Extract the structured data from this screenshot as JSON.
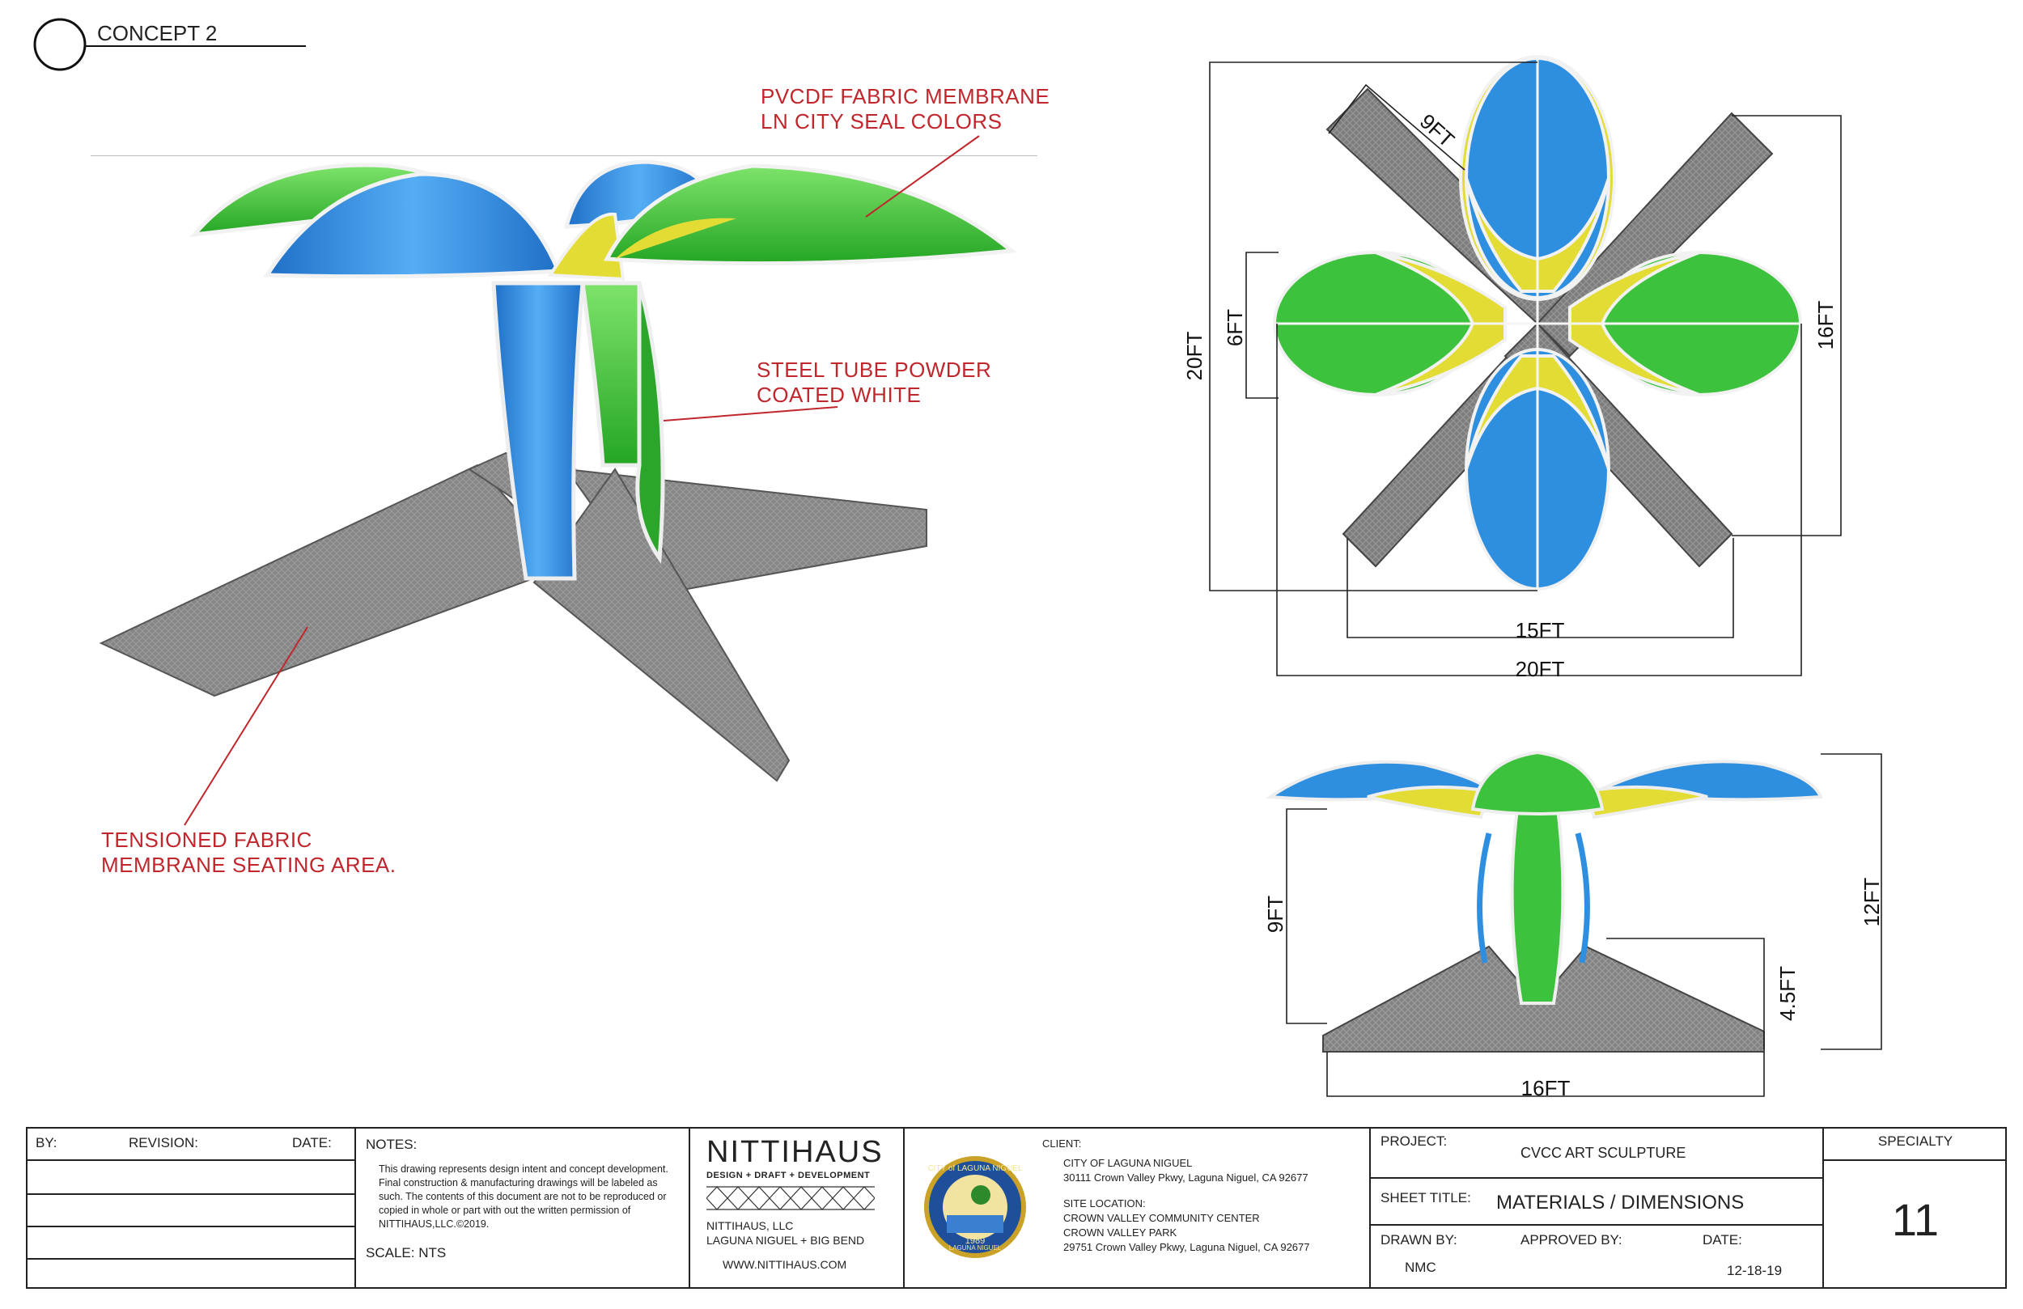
{
  "header": {
    "concept_label": "CONCEPT 2"
  },
  "callouts": {
    "membrane": "PVCDF FABRIC MEMBRANE\nLN CITY SEAL COLORS",
    "steel": "STEEL TUBE POWDER\nCOATED WHITE",
    "seating": "TENSIONED FABRIC\nMEMBRANE SEATING AREA."
  },
  "plan_dims": {
    "diag": "9FT",
    "left_outer": "20FT",
    "left_inner": "6FT",
    "right": "16FT",
    "bottom_inner": "15FT",
    "bottom_outer": "20FT"
  },
  "elev_dims": {
    "canopy": "9FT",
    "overall": "12FT",
    "base": "4.5FT",
    "width": "16FT"
  },
  "title_block": {
    "by_label": "BY:",
    "revision_label": "REVISION:",
    "date_label": "DATE:",
    "notes_label": "NOTES:",
    "notes_text": "This drawing represents design intent and concept development. Final construction & manufacturing drawings will be labeled as such. The contents of this document are not to be reproduced or copied in whole or part with out the written permission of NITTIHAUS,LLC.©2019.",
    "scale": "SCALE: NTS",
    "firm_name": "NITTIHAUS",
    "firm_tagline": "DESIGN + DRAFT + DEVELOPMENT",
    "firm_llc": "NITTIHAUS, LLC",
    "firm_location": "LAGUNA NIGUEL + BIG BEND",
    "firm_web": "WWW.NITTIHAUS.COM",
    "seal_top": "CITY of LAGUNA NIGUEL",
    "seal_bottom": "LAGUNA NIGUEL",
    "seal_year": "1989",
    "client_label": "CLIENT:",
    "client_name": "CITY OF LAGUNA NIGUEL",
    "client_address": "30111 Crown Valley Pkwy, Laguna Niguel, CA 92677",
    "site_label": "SITE LOCATION:",
    "site_name1": "CROWN VALLEY COMMUNITY CENTER",
    "site_name2": "CROWN VALLEY PARK",
    "site_address": "29751 Crown Valley Pkwy, Laguna Niguel, CA 92677",
    "project_label": "PROJECT:",
    "project_value": "CVCC ART SCULPTURE",
    "sheet_title_label": "SHEET TITLE:",
    "sheet_title_value": "MATERIALS / DIMENSIONS",
    "drawn_by_label": "DRAWN BY:",
    "drawn_by_value": "NMC",
    "approved_by_label": "APPROVED BY:",
    "date_label2": "DATE:",
    "date_value": "12-18-19",
    "specialty_label": "SPECIALTY",
    "sheet_number": "11"
  },
  "colors": {
    "blue": "#2e8fe0",
    "green": "#3cc23c",
    "yellow": "#e8e23c",
    "fabric_gray": "#7d7d7d",
    "callout_red": "#c0262c"
  }
}
